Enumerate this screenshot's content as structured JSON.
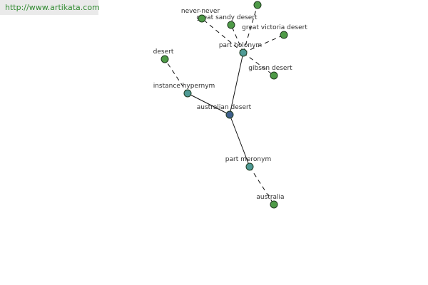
{
  "watermark": {
    "url": "http://www.artikata.com"
  },
  "colors": {
    "center_node": "#3f5f8c",
    "relation_node": "#4f9a95",
    "leaf_node": "#4e9a47"
  },
  "graph": {
    "center": {
      "label": "australian desert"
    },
    "relations": [
      {
        "label": "part holonym"
      },
      {
        "label": "instance hypernym"
      },
      {
        "label": "part meronym"
      }
    ],
    "leaves": [
      {
        "label": ""
      },
      {
        "label": "never-never"
      },
      {
        "label": "great sandy desert"
      },
      {
        "label": "great victoria desert"
      },
      {
        "label": "gibson desert"
      },
      {
        "label": "desert"
      },
      {
        "label": "australia"
      }
    ]
  }
}
